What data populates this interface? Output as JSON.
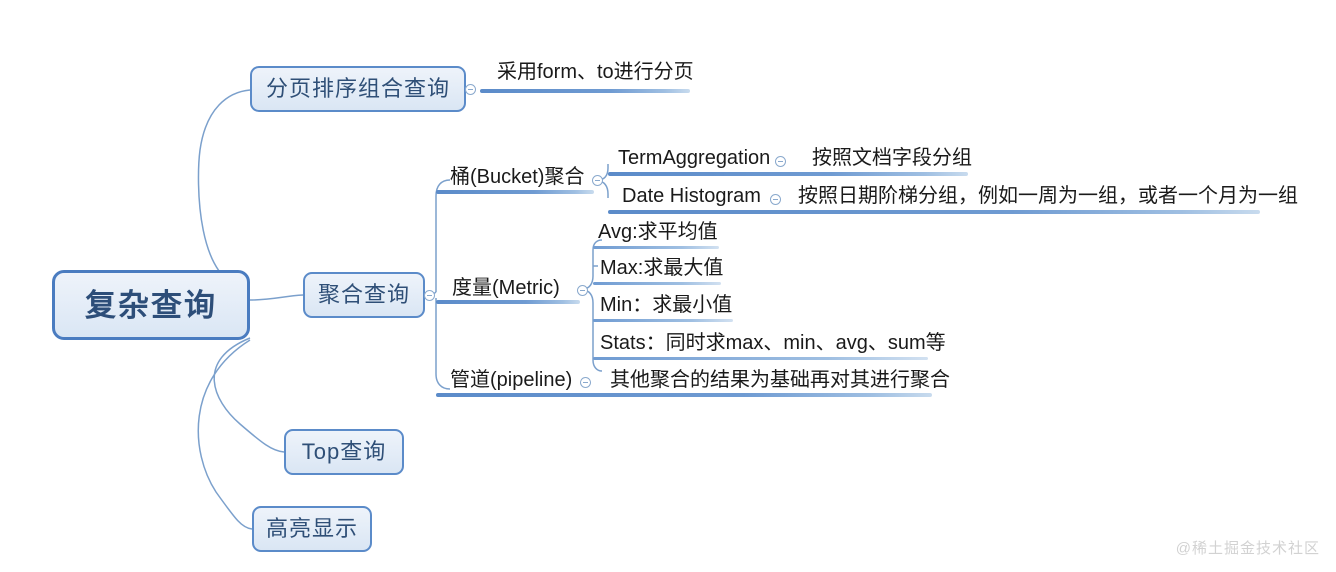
{
  "root": {
    "label": "复杂查询"
  },
  "branches": [
    {
      "name": "pagination",
      "label": "分页排序组合查询",
      "children": [
        {
          "name": "pagination-detail",
          "label": "采用form、to进行分页"
        }
      ]
    },
    {
      "name": "aggregation",
      "label": "聚合查询",
      "groups": [
        {
          "name": "bucket",
          "label": "桶(Bucket)聚合",
          "children": [
            {
              "name": "term-aggregation",
              "label": "TermAggregation",
              "detail": "按照文档字段分组"
            },
            {
              "name": "date-histogram",
              "label": "Date Histogram",
              "detail": "按照日期阶梯分组，例如一周为一组，或者一个月为一组"
            }
          ]
        },
        {
          "name": "metric",
          "label": "度量(Metric)",
          "children": [
            {
              "name": "metric-avg",
              "label": "Avg:求平均值"
            },
            {
              "name": "metric-max",
              "label": "Max:求最大值"
            },
            {
              "name": "metric-min",
              "label": "Min：求最小值"
            },
            {
              "name": "metric-stats",
              "label": "Stats：同时求max、min、avg、sum等"
            }
          ]
        },
        {
          "name": "pipeline",
          "label": "管道(pipeline)",
          "children": [
            {
              "name": "pipeline-detail",
              "label": "其他聚合的结果为基础再对其进行聚合"
            }
          ]
        }
      ]
    },
    {
      "name": "top-query",
      "label": "Top查询",
      "children": []
    },
    {
      "name": "highlight",
      "label": "高亮显示",
      "children": []
    }
  ],
  "watermark": "@稀土掘金技术社区",
  "colors": {
    "node_border": "#5b8bc9",
    "node_fill": "#e3ecf7",
    "connector": "#7ba0cc",
    "underline": "#5b8bc9",
    "root_text": "#2d4e79",
    "label_text": "#1a1a1a",
    "watermark": "#d2d2d2",
    "background": "#ffffff"
  }
}
